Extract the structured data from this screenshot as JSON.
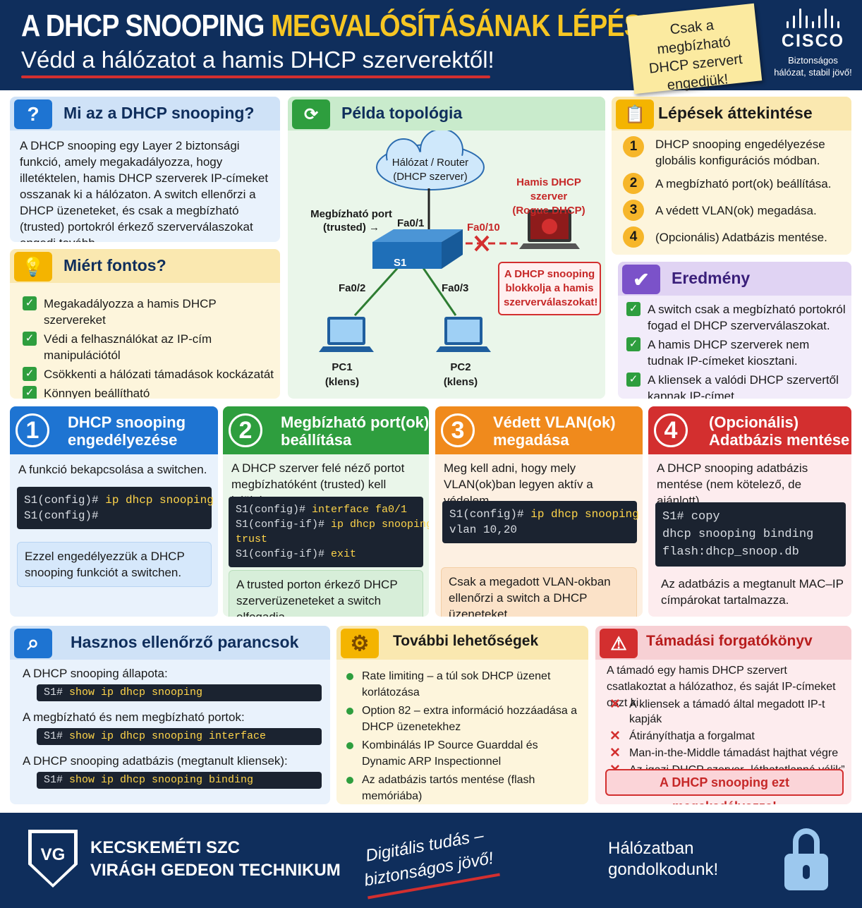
{
  "header": {
    "title_white": "A DHCP SNOOPING",
    "title_yellow": "MEGVALÓSÍTÁSÁNAK LÉPÉSEI",
    "subtitle": "Védd a hálózatot a hamis DHCP szerverektől!",
    "sticky": "Csak a megbízható DHCP szervert engedjük!",
    "logo": "CISCO",
    "tagline1": "Biztonságos",
    "tagline2": "hálózat, stabil jövő!"
  },
  "what": {
    "title": "Mi az a DHCP snooping?",
    "icon": "question-icon",
    "text": "A DHCP snooping egy Layer 2 biztonsági funkció, amely megakadályozza, hogy illetéktelen, hamis DHCP szerverek IP-címeket osszanak ki a hálózaton. A switch ellenőrzi a DHCP üzeneteket, és csak a megbízható (trusted) portokról érkező szerverválaszokat engedi tovább."
  },
  "why": {
    "title": "Miért fontos?",
    "icon": "lightbulb-icon",
    "items": [
      "Megakadályozza a hamis DHCP szervereket",
      "Védi a felhasználókat az IP-cím manipulációtól",
      "Csökkenti a hálózati támadások kockázatát",
      "Könnyen beállítható"
    ]
  },
  "topology": {
    "title": "Példa topológia",
    "icon": "network-icon",
    "cloud1": "Hálózat / Router",
    "cloud2": "(DHCP szerver)",
    "trusted1": "Megbízható port",
    "trusted2": "(trusted)",
    "fa01": "Fa0/1",
    "fa010": "Fa0/10",
    "fa02": "Fa0/2",
    "fa03": "Fa0/3",
    "switch": "S1",
    "rogue1": "Hamis DHCP szerver",
    "rogue2": "(Rogue DHCP)",
    "block": "A DHCP snooping blokkolja a hamis szerverválaszokat!",
    "pc1a": "PC1",
    "pc1b": "(klens)",
    "pc2a": "PC2",
    "pc2b": "(klens)"
  },
  "overview": {
    "title": "Lépések áttekintése",
    "icon": "clipboard-icon",
    "items": [
      {
        "n": "1",
        "t": "DHCP snooping engedélyezése globális konfigurációs módban."
      },
      {
        "n": "2",
        "t": "A megbízható port(ok) beállítása."
      },
      {
        "n": "3",
        "t": "A védett VLAN(ok) megadása."
      },
      {
        "n": "4",
        "t": "(Opcionális) Adatbázis mentése."
      }
    ]
  },
  "result": {
    "title": "Eredmény",
    "icon": "check-badge-icon",
    "items": [
      "A switch csak a megbízható portokról fogad el DHCP szerverválaszokat.",
      "A hamis DHCP szerverek nem tudnak IP-címeket kiosztani.",
      "A kliensek a valódi DHCP szervertől kapnak IP-címet."
    ]
  },
  "steps": [
    {
      "n": "1",
      "t1": "DHCP snooping",
      "t2": "engedélyezése",
      "desc": "A funkció bekapcsolása a switchen.",
      "c1": "S1(config)# ",
      "k1": "ip dhcp snooping",
      "c2": "S1(config)#",
      "note": "Ezzel engedélyezzük a DHCP snooping funkciót a switchen."
    },
    {
      "n": "2",
      "t1": "Megbízható port(ok)",
      "t2": "beállítása",
      "desc": "A DHCP szerver felé néző portot megbízhatóként (trusted) kell jelölni.",
      "c1": "S1(config)# ",
      "k1": "interface fa0/1",
      "c2": "S1(config-if)# ",
      "k2": "ip dhcp snooping",
      "k3": "trust",
      "c4": "S1(config-if)# ",
      "k4": "exit",
      "note": "A trusted porton érkező DHCP szerverüzeneteket a switch elfogadja."
    },
    {
      "n": "3",
      "t1": "Védett VLAN(ok)",
      "t2": "megadása",
      "desc": "Meg kell adni, hogy mely VLAN(ok)ban legyen aktív a védelem.",
      "c1": "S1(config)# ",
      "k1": "ip dhcp snooping",
      "c2": "vlan 10,20",
      "note": "Csak a megadott VLAN-okban ellenőrzi a switch a DHCP üzeneteket."
    },
    {
      "n": "4",
      "t1": "(Opcionális)",
      "t2": "Adatbázis mentése",
      "desc": "A DHCP snooping adatbázis mentése (nem kötelező, de ajánlott).",
      "c1": "S1# copy",
      "c2": "dhcp snooping binding",
      "c3": "flash:dhcp_snoop.db",
      "note": "Az adatbázis a megtanult MAC–IP címpárokat tartalmazza."
    }
  ],
  "verify": {
    "title": "Hasznos ellenőrző parancsok",
    "icon": "magnifier-icon",
    "l1": "A DHCP snooping állapota:",
    "p": "S1# ",
    "k1": "show ip dhcp snooping",
    "l2": "A megbízható és nem megbízható portok:",
    "k2": "show ip dhcp snooping interface",
    "l3": "A DHCP snooping adatbázis (megtanult kliensek):",
    "k3": "show ip dhcp snooping binding"
  },
  "more": {
    "title": "További lehetőségek",
    "icon": "gear-icon",
    "items": [
      "Rate limiting – a túl sok DHCP üzenet korlátozása",
      "Option 82 – extra információ hozzáadása a DHCP üzenetekhez",
      "Kombinálás IP Source Guarddal és Dynamic ARP Inspectionnel",
      "Az adatbázis tartós mentése (flash memóriába)"
    ]
  },
  "attack": {
    "title": "Támadási forgatókönyv",
    "icon": "warning-icon",
    "intro": "A támadó egy hamis DHCP szervert csatlakoztat a hálózathoz, és saját IP-címeket oszt ki.",
    "items": [
      "A kliensek a támadó által megadott IP-t kapják",
      "Átirányíthatja a forgalmat",
      "Man-in-the-Middle támadást hajthat végre",
      "Az igazi DHCP szerver „láthatatlanná válik”"
    ],
    "banner": "A DHCP snooping ezt megakadályozza!"
  },
  "footer": {
    "school1": "KECSKEMÉTI SZC",
    "school2": "VIRÁGH GEDEON TECHNIKUM",
    "slogan1": "Digitális tudás –",
    "slogan2": "biztonságos jövő!",
    "right1": "Hálózatban",
    "right2": "gondolkodunk!",
    "logo": "VG"
  }
}
